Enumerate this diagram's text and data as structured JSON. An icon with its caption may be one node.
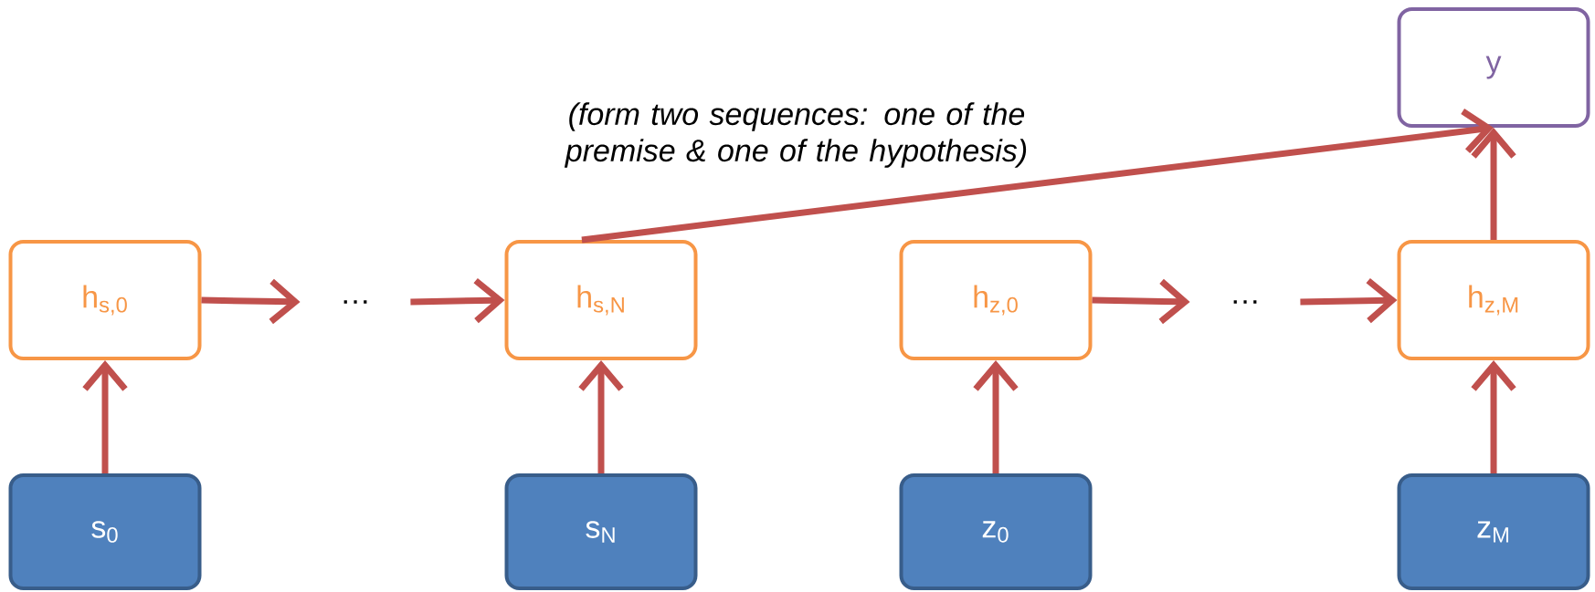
{
  "diagram": {
    "nodes": [
      {
        "text": [
          "y"
        ]
      },
      {
        "text": [
          "h$_{s,0}$"
        ]
      },
      {
        "text": [
          "…"
        ]
      },
      {
        "text": [
          "h$_{s,N}$"
        ]
      },
      {
        "text": [
          "h$_{z,0}$"
        ]
      },
      {
        "text": [
          "…"
        ]
      },
      {
        "text": [
          "h$_{z,M}$"
        ]
      },
      {
        "text": [
          "s$_{0}$"
        ]
      },
      {
        "text": [
          "s$_{N}$"
        ]
      },
      {
        "text": [
          "z$_{0}$"
        ]
      },
      {
        "text": [
          "z$_{M}$"
        ]
      }
    ],
    "edges": [
      {
        "from": 7,
        "to": 1,
        "arrow": "to"
      },
      {
        "from": 1,
        "to": 2,
        "arrow": "to"
      },
      {
        "from": 2,
        "to": 3,
        "arrow": "to"
      },
      {
        "from": 8,
        "to": 3,
        "arrow": "to"
      },
      {
        "from": 3,
        "to": 0,
        "arrow": "to"
      },
      {
        "from": 9,
        "to": 4,
        "arrow": "to"
      },
      {
        "from": 4,
        "to": 5,
        "arrow": "to"
      },
      {
        "from": 5,
        "to": 6,
        "arrow": "to"
      },
      {
        "from": 10,
        "to": 6,
        "arrow": "to"
      },
      {
        "from": 6,
        "to": 0,
        "arrow": "to"
      }
    ],
    "labels": [
      "(form two sequences: one of the premise & one of the hypothesis)"
    ]
  }
}
